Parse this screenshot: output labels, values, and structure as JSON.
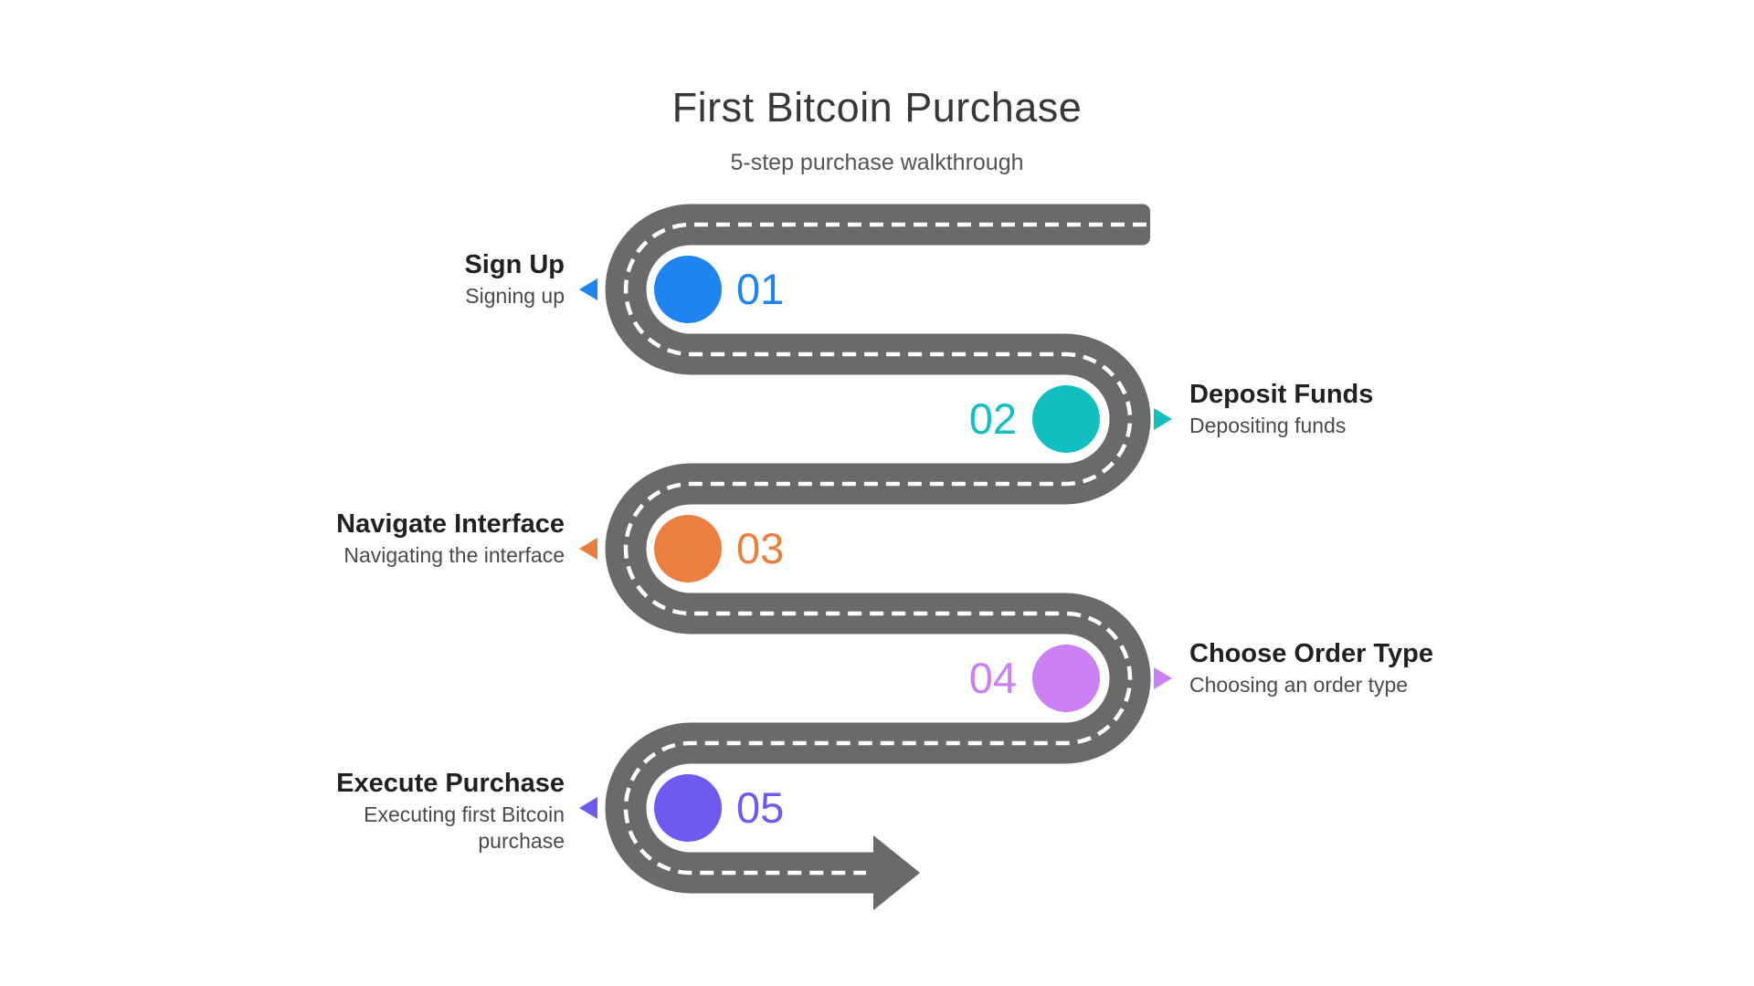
{
  "header": {
    "title": "First Bitcoin Purchase",
    "subtitle": "5-step purchase walkthrough"
  },
  "road": {
    "color": "#6a6a6a",
    "dash_color": "#ffffff"
  },
  "steps": [
    {
      "num": "01",
      "title": "Sign Up",
      "description": "Signing up",
      "color": "#1e84f1",
      "side": "left"
    },
    {
      "num": "02",
      "title": "Deposit Funds",
      "description": "Depositing funds",
      "color": "#12bfc0",
      "side": "right"
    },
    {
      "num": "03",
      "title": "Navigate Interface",
      "description": "Navigating the interface",
      "color": "#ea7f40",
      "side": "left"
    },
    {
      "num": "04",
      "title": "Choose Order Type",
      "description": "Choosing an order type",
      "color": "#cb80f3",
      "side": "right"
    },
    {
      "num": "05",
      "title": "Execute Purchase",
      "description": "Executing first Bitcoin purchase",
      "color": "#6e5af0",
      "side": "left"
    }
  ]
}
